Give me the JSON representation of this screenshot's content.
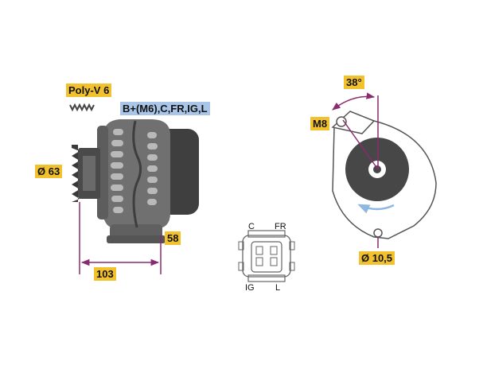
{
  "labels": {
    "belt": "Poly-V 6",
    "terminals": "B+(M6),C,FR,IG,L",
    "pulley_dia": "Ø 63",
    "height": "58",
    "length": "103",
    "angle": "38°",
    "thread": "M8",
    "hole_dia": "Ø 10,5"
  },
  "connector": {
    "pin_c": "C",
    "pin_fr": "FR",
    "pin_ig": "IG",
    "pin_l": "L"
  },
  "colors": {
    "label_yellow": "#f2c12e",
    "label_blue": "#a9c6e8",
    "dimension_line": "#8a2b6f",
    "body_gray": "#6e6e6e",
    "dark_gray": "#454545",
    "rotation_arrow": "#8fb8e0"
  }
}
